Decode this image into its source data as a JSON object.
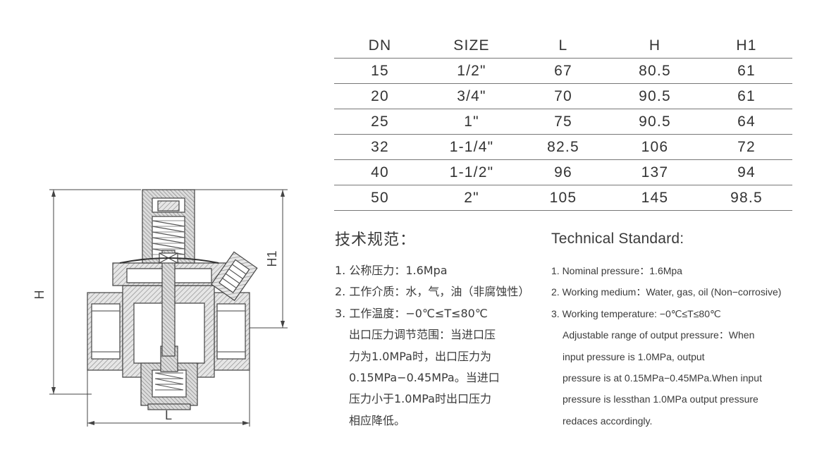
{
  "table": {
    "headers": [
      "DN",
      "SIZE",
      "L",
      "H",
      "H1"
    ],
    "rows": [
      [
        "15",
        "1/2\"",
        "67",
        "80.5",
        "61"
      ],
      [
        "20",
        "3/4\"",
        "70",
        "90.5",
        "61"
      ],
      [
        "25",
        "1\"",
        "75",
        "90.5",
        "64"
      ],
      [
        "32",
        "1-1/4\"",
        "82.5",
        "106",
        "72"
      ],
      [
        "40",
        "1-1/2\"",
        "96",
        "137",
        "94"
      ],
      [
        "50",
        "2\"",
        "105",
        "145",
        "98.5"
      ]
    ]
  },
  "drawing": {
    "label_h": "H",
    "label_h1": "H1",
    "label_l": "L"
  },
  "cn": {
    "heading": "技术规范：",
    "lines": [
      "1. 公称压力：1.6Mpa",
      "2. 工作介质：水，气，油（非腐蚀性）",
      "3. 工作温度：−0℃≤T≤80℃",
      "出口压力调节范围：当进口压",
      "力为1.0MPa时，出口压力为",
      "0.15MPa−0.45MPa。当进口",
      "压力小于1.0MPa时出口压力",
      "相应降低。"
    ]
  },
  "en": {
    "heading": "Technical Standard:",
    "lines": [
      "1. Nominal pressure：1.6Mpa",
      "2. Working medium：Water, gas, oil (Non−corrosive)",
      "3. Working temperature: −0℃≤T≤80℃",
      "Adjustable range of output pressure：When",
      "input pressure is 1.0MPa, output",
      "pressure is at 0.15MPa−0.45MPa.When input",
      "pressure is lessthan 1.0MPa output pressure",
      "redaces accordingly."
    ]
  },
  "colors": {
    "text": "#3a3a3a",
    "line": "#444444",
    "hatch": "#888888"
  }
}
